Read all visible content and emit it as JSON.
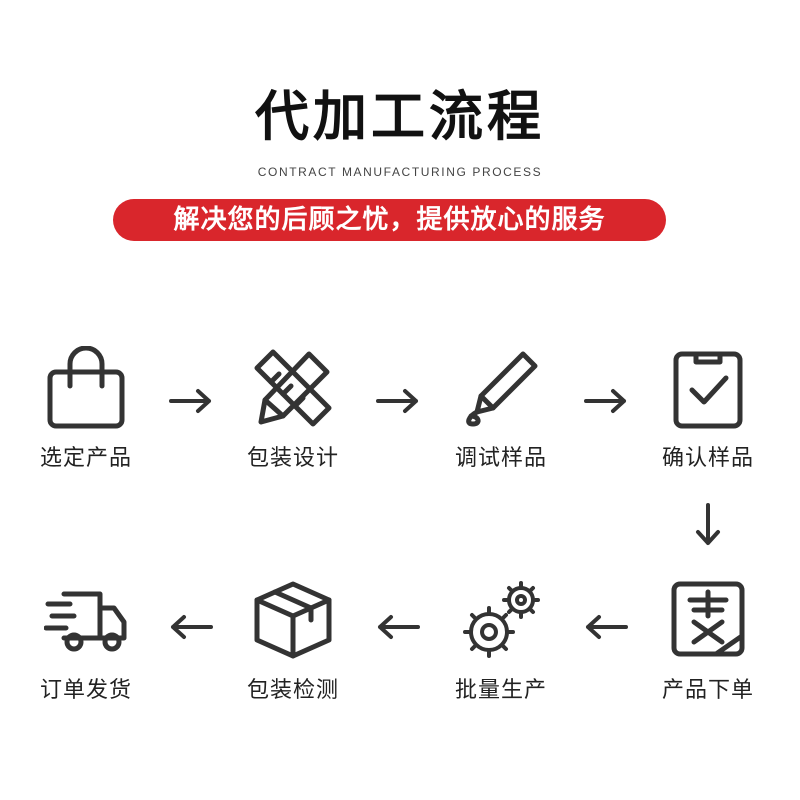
{
  "header": {
    "title": "代加工流程",
    "subtitle": "CONTRACT MANUFACTURING PROCESS",
    "banner": "解决您的后顾之忧，提供放心的服务",
    "banner_color": "#d9262c"
  },
  "steps": [
    {
      "label": "选定产品",
      "icon": "shopping-bag-icon"
    },
    {
      "label": "包装设计",
      "icon": "pencil-ruler-icon"
    },
    {
      "label": "调试样品",
      "icon": "pen-icon"
    },
    {
      "label": "确认样品",
      "icon": "clipboard-check-icon"
    },
    {
      "label": "产品下单",
      "icon": "order-form-icon"
    },
    {
      "label": "批量生产",
      "icon": "gears-icon"
    },
    {
      "label": "包装检测",
      "icon": "box-icon"
    },
    {
      "label": "订单发货",
      "icon": "delivery-truck-icon"
    }
  ],
  "colors": {
    "icon_stroke": "#333333",
    "text": "#222222"
  }
}
